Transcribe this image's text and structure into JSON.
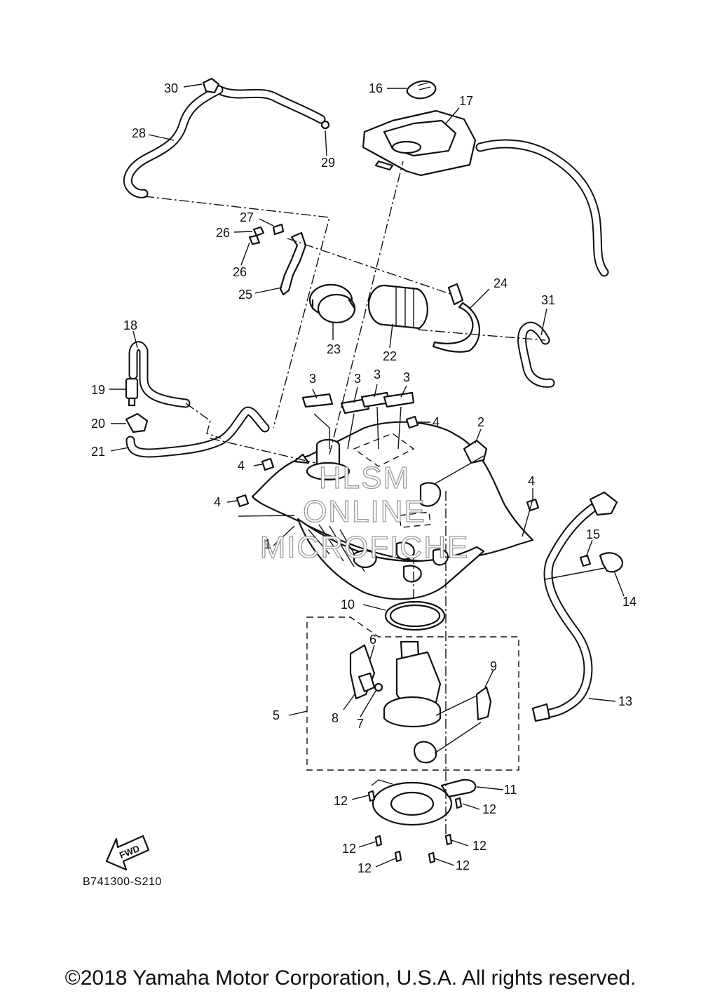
{
  "callouts": [
    {
      "id": "1",
      "text": "1"
    },
    {
      "id": "2",
      "text": "2"
    },
    {
      "id": "3a",
      "text": "3"
    },
    {
      "id": "3b",
      "text": "3"
    },
    {
      "id": "3c",
      "text": "3"
    },
    {
      "id": "3d",
      "text": "3"
    },
    {
      "id": "4a",
      "text": "4"
    },
    {
      "id": "4b",
      "text": "4"
    },
    {
      "id": "4c",
      "text": "4"
    },
    {
      "id": "4d",
      "text": "4"
    },
    {
      "id": "5",
      "text": "5"
    },
    {
      "id": "6",
      "text": "6"
    },
    {
      "id": "7",
      "text": "7"
    },
    {
      "id": "8",
      "text": "8"
    },
    {
      "id": "9",
      "text": "9"
    },
    {
      "id": "10",
      "text": "10"
    },
    {
      "id": "11",
      "text": "11"
    },
    {
      "id": "12a",
      "text": "12"
    },
    {
      "id": "12b",
      "text": "12"
    },
    {
      "id": "12c",
      "text": "12"
    },
    {
      "id": "12d",
      "text": "12"
    },
    {
      "id": "12e",
      "text": "12"
    },
    {
      "id": "12f",
      "text": "12"
    },
    {
      "id": "13",
      "text": "13"
    },
    {
      "id": "14",
      "text": "14"
    },
    {
      "id": "15",
      "text": "15"
    },
    {
      "id": "16",
      "text": "16"
    },
    {
      "id": "17",
      "text": "17"
    },
    {
      "id": "18",
      "text": "18"
    },
    {
      "id": "19",
      "text": "19"
    },
    {
      "id": "20",
      "text": "20"
    },
    {
      "id": "21",
      "text": "21"
    },
    {
      "id": "22",
      "text": "22"
    },
    {
      "id": "23",
      "text": "23"
    },
    {
      "id": "24",
      "text": "24"
    },
    {
      "id": "25",
      "text": "25"
    },
    {
      "id": "26a",
      "text": "26"
    },
    {
      "id": "26b",
      "text": "26"
    },
    {
      "id": "27",
      "text": "27"
    },
    {
      "id": "28",
      "text": "28"
    },
    {
      "id": "29",
      "text": "29"
    },
    {
      "id": "30",
      "text": "30"
    },
    {
      "id": "31",
      "text": "31"
    }
  ],
  "watermark": [
    "HLSM",
    "ONLINE",
    "MICROFICHE"
  ],
  "fwd_label": "FWD",
  "diagram_code": "B741300-S210",
  "copyright": "©2018 Yamaha Motor Corporation, U.S.A. All rights reserved."
}
